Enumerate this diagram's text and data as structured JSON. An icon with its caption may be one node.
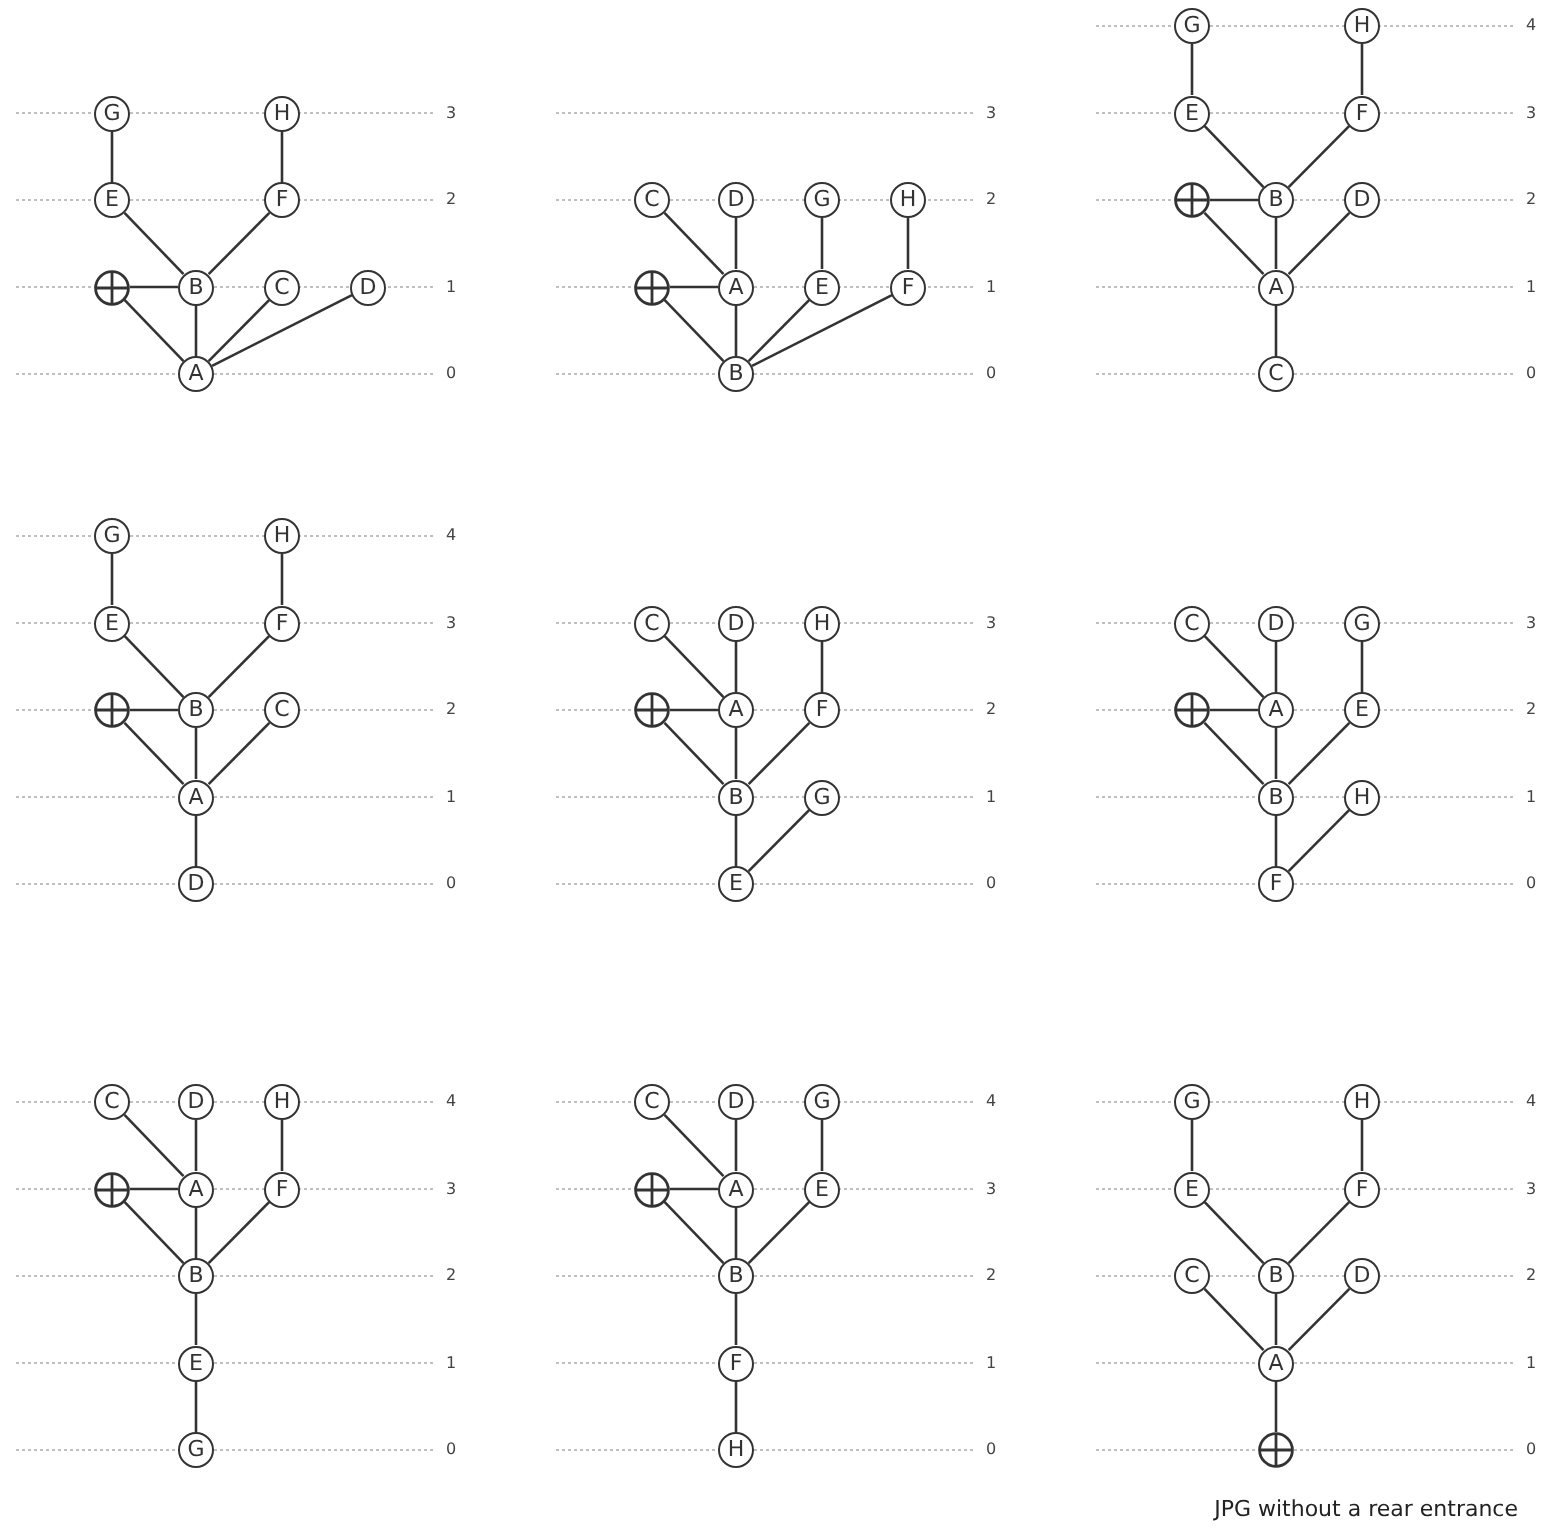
{
  "diagram": {
    "caption": "JPG without a rear entrance",
    "nodes": [
      {
        "text": [
          "G"
        ]
      },
      {
        "text": [
          "H"
        ]
      },
      {
        "text": [
          "E"
        ]
      },
      {
        "text": [
          "F"
        ]
      },
      {
        "text": [],
        "shape": "circle"
      },
      {
        "text": [
          "B"
        ]
      },
      {
        "text": [
          "C"
        ]
      },
      {
        "text": [
          "D"
        ]
      },
      {
        "text": [
          "A"
        ]
      },
      {
        "text": [
          "C"
        ]
      },
      {
        "text": [
          "D"
        ]
      },
      {
        "text": [
          "G"
        ]
      },
      {
        "text": [
          "H"
        ]
      },
      {
        "text": [],
        "shape": "circle"
      },
      {
        "text": [
          "A"
        ]
      },
      {
        "text": [
          "E"
        ]
      },
      {
        "text": [
          "F"
        ]
      },
      {
        "text": [
          "B"
        ]
      },
      {
        "text": [
          "G"
        ]
      },
      {
        "text": [
          "H"
        ]
      },
      {
        "text": [
          "E"
        ]
      },
      {
        "text": [
          "F"
        ]
      },
      {
        "text": [],
        "shape": "circle"
      },
      {
        "text": [
          "B"
        ]
      },
      {
        "text": [
          "D"
        ]
      },
      {
        "text": [
          "A"
        ]
      },
      {
        "text": [
          "C"
        ]
      },
      {
        "text": [
          "G"
        ]
      },
      {
        "text": [
          "H"
        ]
      },
      {
        "text": [
          "E"
        ]
      },
      {
        "text": [
          "F"
        ]
      },
      {
        "text": [],
        "shape": "circle"
      },
      {
        "text": [
          "B"
        ]
      },
      {
        "text": [
          "C"
        ]
      },
      {
        "text": [
          "A"
        ]
      },
      {
        "text": [
          "D"
        ]
      },
      {
        "text": [
          "C"
        ]
      },
      {
        "text": [
          "D"
        ]
      },
      {
        "text": [
          "H"
        ]
      },
      {
        "text": [],
        "shape": "circle"
      },
      {
        "text": [
          "A"
        ]
      },
      {
        "text": [
          "F"
        ]
      },
      {
        "text": [
          "B"
        ]
      },
      {
        "text": [
          "G"
        ]
      },
      {
        "text": [
          "E"
        ]
      },
      {
        "text": [
          "C"
        ]
      },
      {
        "text": [
          "D"
        ]
      },
      {
        "text": [
          "G"
        ]
      },
      {
        "text": [],
        "shape": "circle"
      },
      {
        "text": [
          "A"
        ]
      },
      {
        "text": [
          "E"
        ]
      },
      {
        "text": [
          "B"
        ]
      },
      {
        "text": [
          "H"
        ]
      },
      {
        "text": [
          "F"
        ]
      },
      {
        "text": [
          "C"
        ]
      },
      {
        "text": [
          "D"
        ]
      },
      {
        "text": [
          "H"
        ]
      },
      {
        "text": [],
        "shape": "circle"
      },
      {
        "text": [
          "A"
        ]
      },
      {
        "text": [
          "F"
        ]
      },
      {
        "text": [
          "B"
        ]
      },
      {
        "text": [
          "E"
        ]
      },
      {
        "text": [
          "G"
        ]
      },
      {
        "text": [
          "C"
        ]
      },
      {
        "text": [
          "D"
        ]
      },
      {
        "text": [
          "G"
        ]
      },
      {
        "text": [],
        "shape": "circle"
      },
      {
        "text": [
          "A"
        ]
      },
      {
        "text": [
          "E"
        ]
      },
      {
        "text": [
          "B"
        ]
      },
      {
        "text": [
          "F"
        ]
      },
      {
        "text": [
          "H"
        ]
      },
      {
        "text": [
          "G"
        ]
      },
      {
        "text": [
          "H"
        ]
      },
      {
        "text": [
          "E"
        ]
      },
      {
        "text": [
          "F"
        ]
      },
      {
        "text": [
          "C"
        ]
      },
      {
        "text": [
          "B"
        ]
      },
      {
        "text": [
          "D"
        ]
      },
      {
        "text": [
          "A"
        ]
      },
      {
        "text": [],
        "shape": "circle"
      }
    ],
    "edges": [
      {
        "from": 0,
        "to": 2,
        "arrow": "none"
      },
      {
        "from": 1,
        "to": 3,
        "arrow": "none"
      },
      {
        "from": 2,
        "to": 5,
        "arrow": "none"
      },
      {
        "from": 3,
        "to": 5,
        "arrow": "none"
      },
      {
        "from": 4,
        "to": 5,
        "arrow": "none"
      },
      {
        "from": 4,
        "to": 8,
        "arrow": "none"
      },
      {
        "from": 5,
        "to": 8,
        "arrow": "none"
      },
      {
        "from": 6,
        "to": 8,
        "arrow": "none"
      },
      {
        "from": 7,
        "to": 8,
        "arrow": "none"
      },
      {
        "from": 9,
        "to": 14,
        "arrow": "none"
      },
      {
        "from": 10,
        "to": 14,
        "arrow": "none"
      },
      {
        "from": 11,
        "to": 15,
        "arrow": "none"
      },
      {
        "from": 12,
        "to": 16,
        "arrow": "none"
      },
      {
        "from": 13,
        "to": 14,
        "arrow": "none"
      },
      {
        "from": 13,
        "to": 17,
        "arrow": "none"
      },
      {
        "from": 14,
        "to": 17,
        "arrow": "none"
      },
      {
        "from": 15,
        "to": 17,
        "arrow": "none"
      },
      {
        "from": 16,
        "to": 17,
        "arrow": "none"
      },
      {
        "from": 18,
        "to": 20,
        "arrow": "none"
      },
      {
        "from": 19,
        "to": 21,
        "arrow": "none"
      },
      {
        "from": 20,
        "to": 23,
        "arrow": "none"
      },
      {
        "from": 21,
        "to": 23,
        "arrow": "none"
      },
      {
        "from": 22,
        "to": 23,
        "arrow": "none"
      },
      {
        "from": 22,
        "to": 25,
        "arrow": "none"
      },
      {
        "from": 23,
        "to": 25,
        "arrow": "none"
      },
      {
        "from": 24,
        "to": 25,
        "arrow": "none"
      },
      {
        "from": 25,
        "to": 26,
        "arrow": "none"
      },
      {
        "from": 27,
        "to": 29,
        "arrow": "none"
      },
      {
        "from": 28,
        "to": 30,
        "arrow": "none"
      },
      {
        "from": 29,
        "to": 32,
        "arrow": "none"
      },
      {
        "from": 30,
        "to": 32,
        "arrow": "none"
      },
      {
        "from": 31,
        "to": 32,
        "arrow": "none"
      },
      {
        "from": 31,
        "to": 34,
        "arrow": "none"
      },
      {
        "from": 32,
        "to": 34,
        "arrow": "none"
      },
      {
        "from": 33,
        "to": 34,
        "arrow": "none"
      },
      {
        "from": 34,
        "to": 35,
        "arrow": "none"
      },
      {
        "from": 36,
        "to": 40,
        "arrow": "none"
      },
      {
        "from": 37,
        "to": 40,
        "arrow": "none"
      },
      {
        "from": 38,
        "to": 41,
        "arrow": "none"
      },
      {
        "from": 39,
        "to": 40,
        "arrow": "none"
      },
      {
        "from": 39,
        "to": 42,
        "arrow": "none"
      },
      {
        "from": 40,
        "to": 42,
        "arrow": "none"
      },
      {
        "from": 41,
        "to": 42,
        "arrow": "none"
      },
      {
        "from": 42,
        "to": 44,
        "arrow": "none"
      },
      {
        "from": 43,
        "to": 44,
        "arrow": "none"
      },
      {
        "from": 45,
        "to": 49,
        "arrow": "none"
      },
      {
        "from": 46,
        "to": 49,
        "arrow": "none"
      },
      {
        "from": 47,
        "to": 50,
        "arrow": "none"
      },
      {
        "from": 48,
        "to": 49,
        "arrow": "none"
      },
      {
        "from": 48,
        "to": 51,
        "arrow": "none"
      },
      {
        "from": 49,
        "to": 51,
        "arrow": "none"
      },
      {
        "from": 50,
        "to": 51,
        "arrow": "none"
      },
      {
        "from": 51,
        "to": 53,
        "arrow": "none"
      },
      {
        "from": 52,
        "to": 53,
        "arrow": "none"
      },
      {
        "from": 54,
        "to": 58,
        "arrow": "none"
      },
      {
        "from": 55,
        "to": 58,
        "arrow": "none"
      },
      {
        "from": 56,
        "to": 59,
        "arrow": "none"
      },
      {
        "from": 57,
        "to": 58,
        "arrow": "none"
      },
      {
        "from": 57,
        "to": 60,
        "arrow": "none"
      },
      {
        "from": 58,
        "to": 60,
        "arrow": "none"
      },
      {
        "from": 59,
        "to": 60,
        "arrow": "none"
      },
      {
        "from": 60,
        "to": 61,
        "arrow": "none"
      },
      {
        "from": 61,
        "to": 62,
        "arrow": "none"
      },
      {
        "from": 63,
        "to": 67,
        "arrow": "none"
      },
      {
        "from": 64,
        "to": 67,
        "arrow": "none"
      },
      {
        "from": 65,
        "to": 68,
        "arrow": "none"
      },
      {
        "from": 66,
        "to": 67,
        "arrow": "none"
      },
      {
        "from": 66,
        "to": 69,
        "arrow": "none"
      },
      {
        "from": 67,
        "to": 69,
        "arrow": "none"
      },
      {
        "from": 68,
        "to": 69,
        "arrow": "none"
      },
      {
        "from": 69,
        "to": 70,
        "arrow": "none"
      },
      {
        "from": 70,
        "to": 71,
        "arrow": "none"
      },
      {
        "from": 72,
        "to": 74,
        "arrow": "none"
      },
      {
        "from": 73,
        "to": 75,
        "arrow": "none"
      },
      {
        "from": 74,
        "to": 77,
        "arrow": "none"
      },
      {
        "from": 75,
        "to": 77,
        "arrow": "none"
      },
      {
        "from": 76,
        "to": 79,
        "arrow": "none"
      },
      {
        "from": 77,
        "to": 79,
        "arrow": "none"
      },
      {
        "from": 78,
        "to": 79,
        "arrow": "none"
      },
      {
        "from": 79,
        "to": 80,
        "arrow": "none"
      }
    ],
    "labels": [
      "3",
      "2",
      "1",
      "0",
      "3",
      "2",
      "1",
      "0",
      "4",
      "3",
      "2",
      "1",
      "0",
      "4",
      "3",
      "2",
      "1",
      "0",
      "3",
      "2",
      "1",
      "0",
      "3",
      "2",
      "1",
      "0",
      "4",
      "3",
      "2",
      "1",
      "0",
      "4",
      "3",
      "2",
      "1",
      "0",
      "4",
      "3",
      "2",
      "1",
      "0"
    ]
  }
}
